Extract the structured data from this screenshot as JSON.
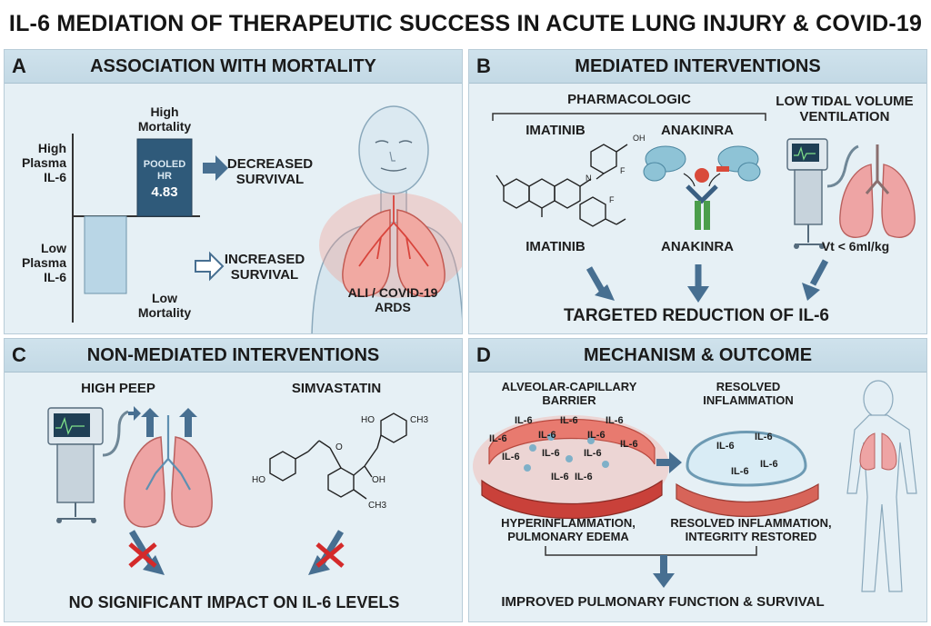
{
  "title": "IL-6 MEDIATION OF THERAPEUTIC SUCCESS IN ACUTE LUNG INJURY & COVID-19",
  "panel_a": {
    "letter": "A",
    "title": "ASSOCIATION WITH MORTALITY",
    "high_plasma": [
      "High",
      "Plasma",
      "IL-6"
    ],
    "low_plasma": [
      "Low",
      "Plasma",
      "IL-6"
    ],
    "high_mortality": [
      "High",
      "Mortality"
    ],
    "low_mortality": [
      "Low",
      "Mortality"
    ],
    "pooled": [
      "POOLED",
      "HR"
    ],
    "hr_value": "4.83",
    "decreased": [
      "DECREASED",
      "SURVIVAL"
    ],
    "increased": [
      "INCREASED",
      "SURVIVAL"
    ],
    "patient_label": [
      "ALI / COVID-19",
      "ARDS"
    ]
  },
  "panel_b": {
    "letter": "B",
    "title": "MEDIATED INTERVENTIONS",
    "pharmacologic": "PHARMACOLOGIC",
    "imatinib_top": "IMATINIB",
    "anakinra_top": "ANAKINRA",
    "imatinib_bottom": "IMATINIB",
    "anakinra_bottom": "ANAKINRA",
    "low_tidal": [
      "LOW TIDAL VOLUME",
      "VENTILATION"
    ],
    "vt": "Vt < 6ml/kg",
    "chem_oh": "OH",
    "chem_f1": "F",
    "chem_f2": "F",
    "chem_n": "N",
    "outcome": "TARGETED REDUCTION OF IL-6"
  },
  "panel_c": {
    "letter": "C",
    "title": "NON-MEDIATED INTERVENTIONS",
    "high_peep": "HIGH PEEP",
    "simvastatin": "SIMVASTATIN",
    "chem_ho1": "HO",
    "chem_ho2": "HO",
    "chem_ch3a": "CH3",
    "chem_oh": "OH",
    "chem_ch3b": "CH3",
    "chem_o": "O",
    "outcome": "NO SIGNIFICANT IMPACT ON IL-6 LEVELS"
  },
  "panel_d": {
    "letter": "D",
    "title": "MECHANISM & OUTCOME",
    "barrier": [
      "ALVEOLAR-CAPILLARY",
      "BARRIER"
    ],
    "resolved_top": [
      "RESOLVED",
      "INFLAMMATION"
    ],
    "hyper": [
      "HYPERINFLAMMATION,",
      "PULMONARY EDEMA"
    ],
    "resolved_bottom": [
      "RESOLVED INFLAMMATION,",
      "INTEGRITY RESTORED"
    ],
    "il6": "IL-6",
    "outcome": "IMPROVED PULMONARY FUNCTION & SURVIVAL"
  },
  "colors": {
    "panel_bg": "#e6f0f5",
    "header_bg": "#c8dde8",
    "bar_high": "#2f5a7a",
    "bar_low": "#b9d6e6",
    "arrow": "#476f91",
    "lung": "#e59a9a",
    "inflamed": "#e0453a",
    "cross": "#d42a2a"
  }
}
